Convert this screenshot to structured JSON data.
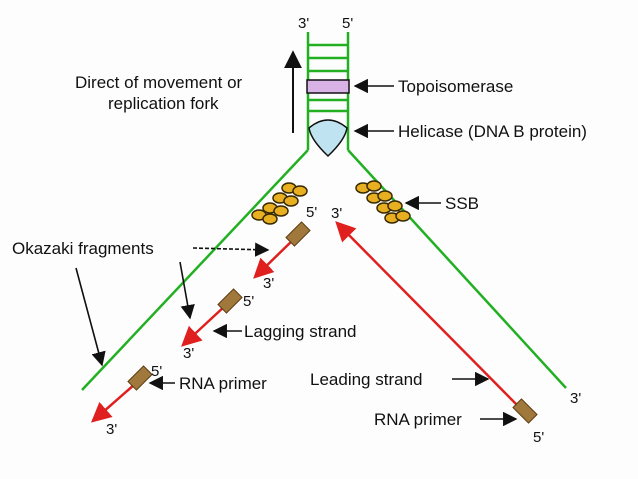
{
  "ends": {
    "top_left": "3'",
    "top_right": "5'",
    "lead_top": "3'",
    "lead_bottom": "5'",
    "right_arm": "3'",
    "frag1_top": "5'",
    "frag1_bottom": "3'",
    "frag2_top": "5'",
    "frag2_bottom": "3'",
    "frag3_top": "5'",
    "frag3_bottom": "3'"
  },
  "labels": {
    "direction_line1": "Direct of movement or",
    "direction_line2": "replication fork",
    "topoisomerase": "Topoisomerase",
    "helicase": "Helicase (DNA B protein)",
    "ssb": "SSB",
    "okazaki": "Okazaki fragments",
    "lagging": "Lagging strand",
    "rna_primer_left": "RNA primer",
    "leading": "Leading strand",
    "rna_primer_right": "RNA primer"
  },
  "colors": {
    "parent_strand": "#22b022",
    "new_strand": "#e01f1f",
    "primer": "#a0783c",
    "ssb_fill": "#e8b020",
    "ssb_stroke": "#3a2a00",
    "topoisomerase": "#d9b3e6",
    "helicase": "#bfe3f0"
  },
  "icons": [
    "up-arrow-icon",
    "pointer-arrow-icon"
  ]
}
